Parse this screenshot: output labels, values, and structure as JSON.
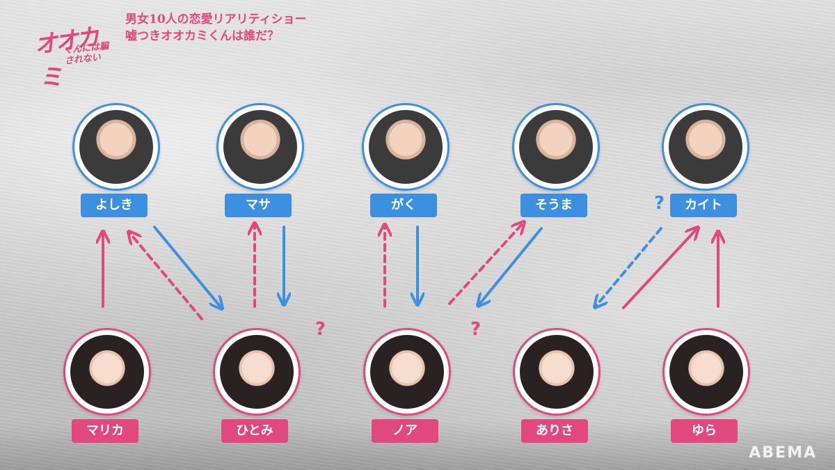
{
  "logo": {
    "main": "オオカミ",
    "sub": "くんには騙されない"
  },
  "subtitle": {
    "line1": "男女10人の恋愛リアリティショー",
    "line2": "嘘つきオオカミくんは誰だ？"
  },
  "colors": {
    "male": "#3d8fe0",
    "female": "#e0487e"
  },
  "men": [
    {
      "id": "yoshiki",
      "name": "よしき"
    },
    {
      "id": "masa",
      "name": "マサ"
    },
    {
      "id": "gaku",
      "name": "がく"
    },
    {
      "id": "souma",
      "name": "そうま"
    },
    {
      "id": "kaito",
      "name": "カイト"
    }
  ],
  "women": [
    {
      "id": "marika",
      "name": "マリカ"
    },
    {
      "id": "hitomi",
      "name": "ひとみ"
    },
    {
      "id": "noa",
      "name": "ノア"
    },
    {
      "id": "arisa",
      "name": "ありさ"
    },
    {
      "id": "yura",
      "name": "ゆら"
    }
  ],
  "relations": [
    {
      "from": "marika",
      "to": "yoshiki",
      "color": "female",
      "style": "solid"
    },
    {
      "from": "hitomi",
      "to": "yoshiki",
      "color": "female",
      "style": "dashed"
    },
    {
      "from": "yoshiki",
      "to": "hitomi",
      "color": "male",
      "style": "solid"
    },
    {
      "from": "hitomi",
      "to": "masa",
      "color": "female",
      "style": "dashed"
    },
    {
      "from": "masa",
      "to": "hitomi",
      "color": "male",
      "style": "solid"
    },
    {
      "from": "noa",
      "to": "gaku",
      "color": "female",
      "style": "dashed"
    },
    {
      "from": "gaku",
      "to": "noa",
      "color": "male",
      "style": "solid"
    },
    {
      "from": "noa",
      "to": "souma",
      "color": "female",
      "style": "dashed"
    },
    {
      "from": "souma",
      "to": "noa",
      "color": "male",
      "style": "solid"
    },
    {
      "from": "kaito",
      "to": "arisa",
      "color": "male",
      "style": "dashed"
    },
    {
      "from": "arisa",
      "to": "kaito",
      "color": "female",
      "style": "solid"
    },
    {
      "from": "yura",
      "to": "kaito",
      "color": "female",
      "style": "solid"
    }
  ],
  "question_marks": [
    {
      "text": "?",
      "near": "hitomi",
      "color": "female"
    },
    {
      "text": "?",
      "near": "noa",
      "color": "female"
    },
    {
      "text": "?",
      "near": "kaito",
      "color": "male"
    }
  ],
  "watermark": "ABEMA"
}
